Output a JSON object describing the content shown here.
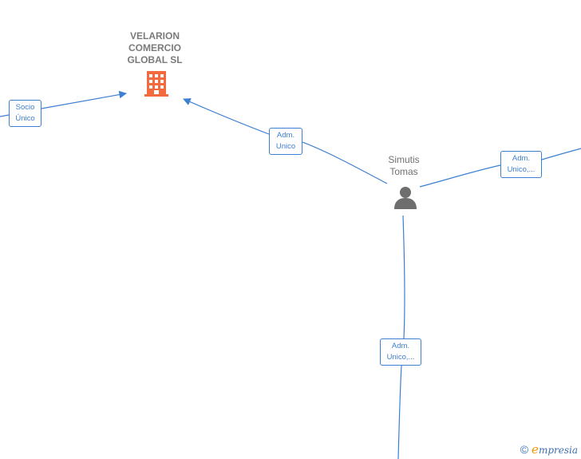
{
  "company": {
    "name": "VELARION\nCOMERCIO\nGLOBAL  SL",
    "icon": "building-icon",
    "color": "#f26a3d"
  },
  "person": {
    "name": "Simutis\nTomas",
    "icon": "person-icon",
    "color": "#6e6e6e"
  },
  "roles": {
    "socio_unico": "Socio\nÚnico",
    "adm_unico": "Adm.\nUnico",
    "adm_unico_right": "Adm.\nUnico,...",
    "adm_unico_bottom": "Adm.\nUnico,..."
  },
  "footer": {
    "copyright": "©",
    "brand_initial": "e",
    "brand_rest": "mpresia"
  },
  "colors": {
    "edge": "#3d7fd1",
    "company_label": "#7a7a7a"
  }
}
